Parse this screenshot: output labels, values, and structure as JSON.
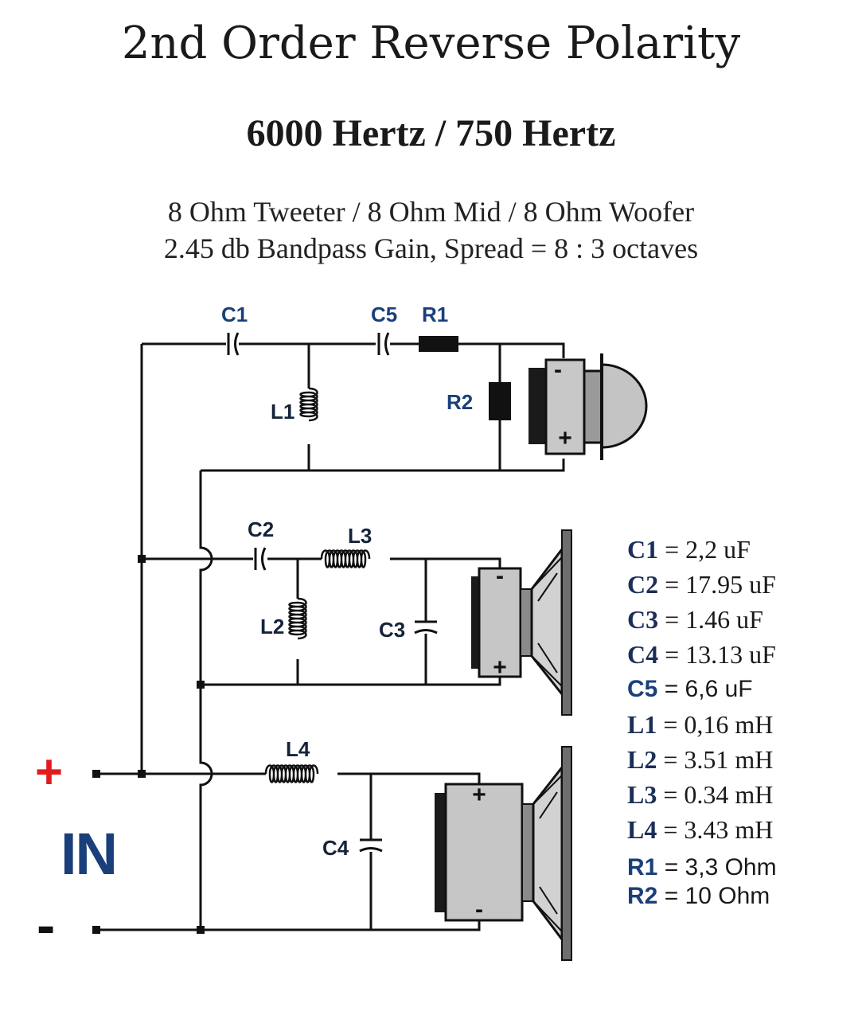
{
  "title": "2nd Order Reverse Polarity",
  "subtitle": "6000 Hertz / 750 Hertz",
  "specs": [
    "8 Ohm Tweeter / 8 Ohm Mid / 8 Ohm Woofer",
    "2.45 db Bandpass Gain, Spread = 8 : 3 octaves"
  ],
  "labels": {
    "c1": "C1",
    "c2": "C2",
    "c3": "C3",
    "c4": "C4",
    "c5": "C5",
    "l1": "L1",
    "l2": "L2",
    "l3": "L3",
    "l4": "L4",
    "r1": "R1",
    "r2": "R2"
  },
  "polarity": {
    "plus": "+",
    "minus": "-"
  },
  "input": {
    "plus": "+",
    "minus": "-",
    "label": "IN"
  },
  "values": [
    {
      "key": "C1",
      "value": "= 2,2  uF"
    },
    {
      "key": "C2",
      "value": "= 17.95 uF"
    },
    {
      "key": "C3",
      "value": "= 1.46 uF"
    },
    {
      "key": "C4",
      "value": "= 13.13 uF"
    },
    {
      "key": "C5",
      "value": "= 6,6 uF"
    },
    {
      "key": "L1",
      "value": "= 0,16 mH"
    },
    {
      "key": "L2",
      "value": "= 3.51 mH"
    },
    {
      "key": "L3",
      "value": "= 0.34 mH"
    },
    {
      "key": "L4",
      "value": "= 3.43 mH"
    },
    {
      "key": "R1",
      "value": "= 3,3 Ohm"
    },
    {
      "key": "R2",
      "value": "= 10 Ohm"
    }
  ]
}
